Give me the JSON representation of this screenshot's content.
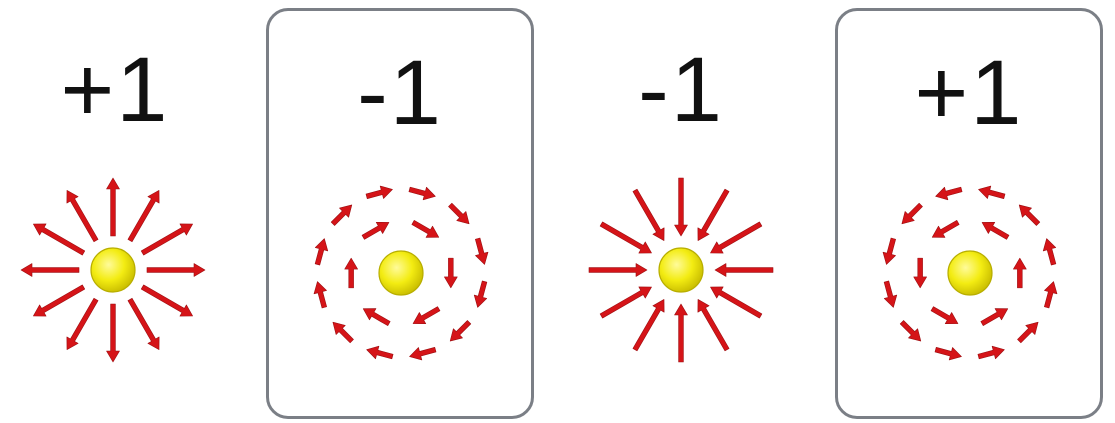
{
  "panels": [
    {
      "label": "+1",
      "field": "radial-outward",
      "boxed": false
    },
    {
      "label": "-1",
      "field": "circular-clockwise",
      "boxed": true
    },
    {
      "label": "-1",
      "field": "radial-inward",
      "boxed": false
    },
    {
      "label": "+1",
      "field": "circular-counterclockwise",
      "boxed": true
    }
  ],
  "colors": {
    "arrow": "#d51418",
    "center_fill": "#f3ec12",
    "center_stroke": "#b8ae00",
    "box_border": "#7b7f86",
    "text": "#111111"
  }
}
